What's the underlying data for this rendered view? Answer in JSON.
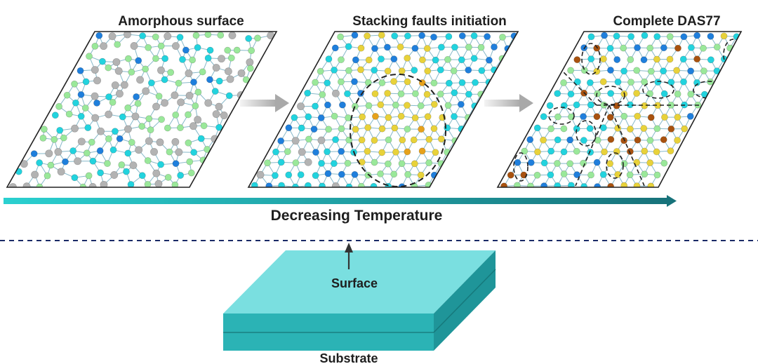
{
  "stages": [
    {
      "title": "Amorphous surface"
    },
    {
      "title": "Stacking faults initiation"
    },
    {
      "title": "Complete DAS77"
    }
  ],
  "temperature_axis": {
    "label": "Decreasing Temperature"
  },
  "substrate_block": {
    "surface_label": "Surface",
    "substrate_label": "Substrate"
  },
  "colors": {
    "atom_gray": "#b3b3b3",
    "atom_green": "#9ae89a",
    "atom_cyan": "#22d3de",
    "atom_blue": "#1f7fdc",
    "atom_yellow": "#e8d23a",
    "atom_orange": "#e6a21c",
    "atom_brown": "#a8520f",
    "bond": "#86b8c9",
    "slab_top": "#6fdcdc",
    "slab_front": "#2bb3b5",
    "temp_arrow_start": "#2ad0d0",
    "temp_arrow_end": "#17727a",
    "divider": "#1a2a66"
  }
}
